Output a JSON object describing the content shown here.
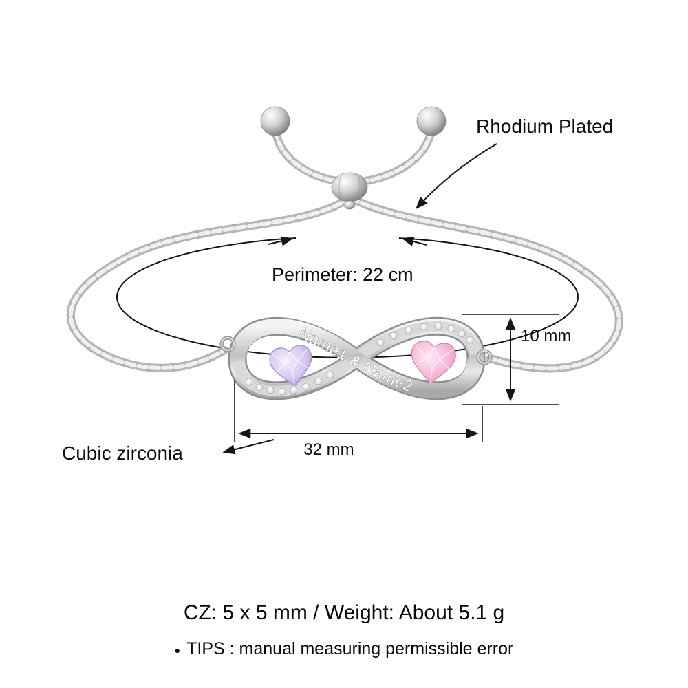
{
  "product": {
    "engraving": "Name1 & Name2"
  },
  "annotations": {
    "plating": "Rhodium Plated",
    "perimeter": "Perimeter: 22 cm",
    "pendant_height": "10 mm",
    "pendant_width": "32 mm",
    "stone_material": "Cubic zirconia"
  },
  "footer": {
    "spec": "CZ: 5 x 5 mm / Weight: About 5.1 g",
    "bullet": "●",
    "tips": "TIPS : manual measuring permissible error"
  },
  "colors": {
    "left_stone_mid": "#d7c8f1",
    "left_stone_edge": "#a98cda",
    "right_stone_mid": "#f6b9d8",
    "right_stone_edge": "#ea87bd",
    "annotation_text": "#111111"
  }
}
